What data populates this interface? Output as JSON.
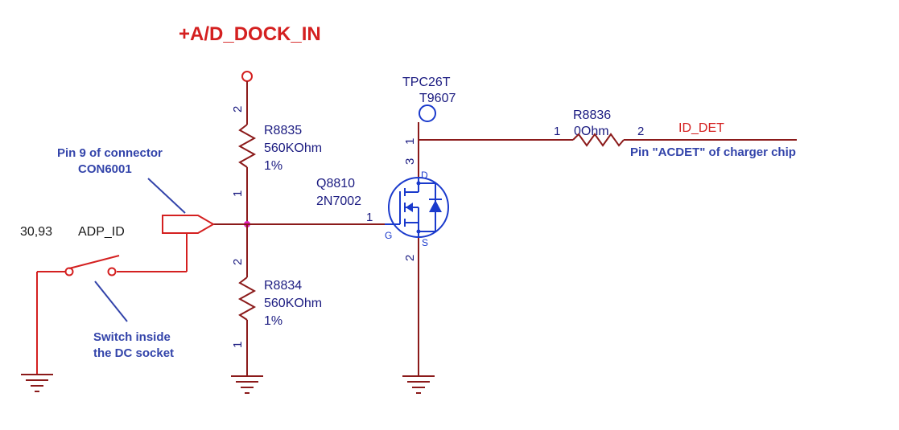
{
  "power_rail": {
    "label": "+A/D_DOCK_IN"
  },
  "r8835": {
    "ref": "R8835",
    "value": "560KOhm",
    "tolerance": "1%",
    "pin_top": "2",
    "pin_bottom": "1"
  },
  "r8834": {
    "ref": "R8834",
    "value": "560KOhm",
    "tolerance": "1%",
    "pin_top": "2",
    "pin_bottom": "1"
  },
  "r8836": {
    "ref": "R8836",
    "value": "0Ohm",
    "pin_left": "1",
    "pin_right": "2"
  },
  "testpoint": {
    "type": "TPC26T",
    "ref": "T9607",
    "pin": "1"
  },
  "mosfet": {
    "ref": "Q8810",
    "part": "2N7002",
    "drain_pin": "3",
    "drain_label": "D",
    "gate_pin": "1",
    "gate_label": "G",
    "source_pin": "2",
    "source_label": "S"
  },
  "nets": {
    "adp_id": "ADP_ID",
    "sheet_ref": "30,93",
    "id_det": "ID_DET"
  },
  "annotations": {
    "connector_line1": "Pin 9 of connector",
    "connector_line2": "CON6001",
    "switch_line1": "Switch inside",
    "switch_line2": "the DC socket",
    "acdet": "Pin \"ACDET\" of charger chip"
  },
  "colors": {
    "wire": "#8b1a1a",
    "red_markup": "#d42020",
    "symbol_blue": "#1a1a80",
    "note_blue": "#3344aa"
  }
}
